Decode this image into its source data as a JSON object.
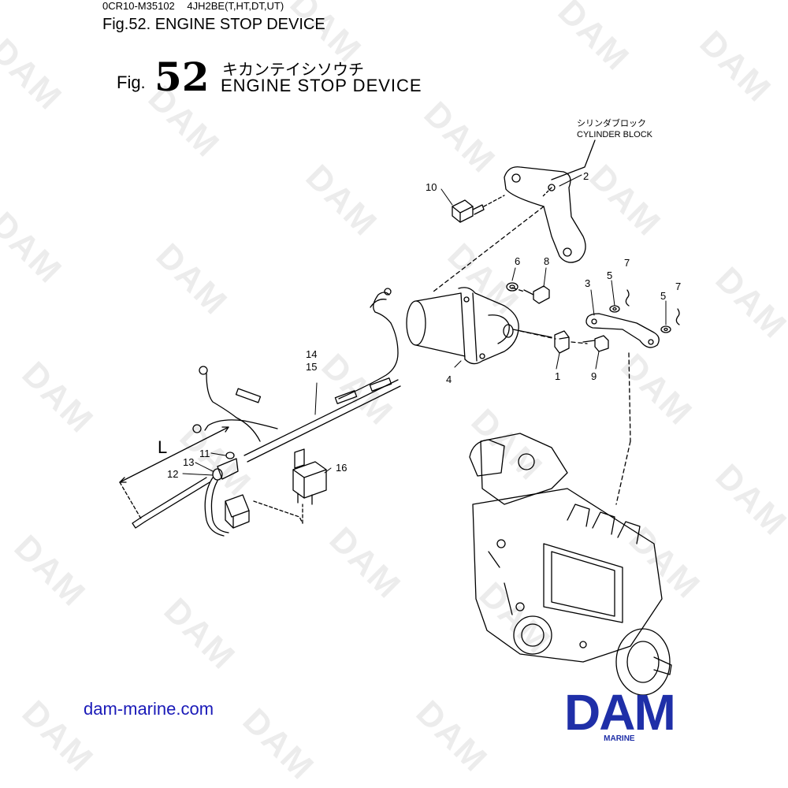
{
  "doc": {
    "code": "0CR10-M35102",
    "model": "4JH2BE(T,HT,DT,UT)",
    "header_title": "Fig.52.  ENGINE STOP DEVICE"
  },
  "figure": {
    "prefix": "Fig.",
    "number": "52",
    "title_jp": "キカンテイシソウチ",
    "title_en": "ENGINE STOP DEVICE"
  },
  "diagram": {
    "cylinder_block_jp": "シリンダブロック",
    "cylinder_block_en": "CYLINDER BLOCK",
    "length_label": "L",
    "callouts": [
      "1",
      "2",
      "3",
      "4",
      "5",
      "5",
      "6",
      "7",
      "7",
      "8",
      "9",
      "10",
      "11",
      "12",
      "13",
      "14",
      "15",
      "16"
    ]
  },
  "watermark": "DAM",
  "footer": {
    "website": "dam-marine.com",
    "logo_text": "DAM",
    "logo_sub": "MARINE"
  },
  "colors": {
    "brand_blue": "#1f2fa8",
    "link_blue": "#1a1ab8",
    "line": "#000000"
  }
}
